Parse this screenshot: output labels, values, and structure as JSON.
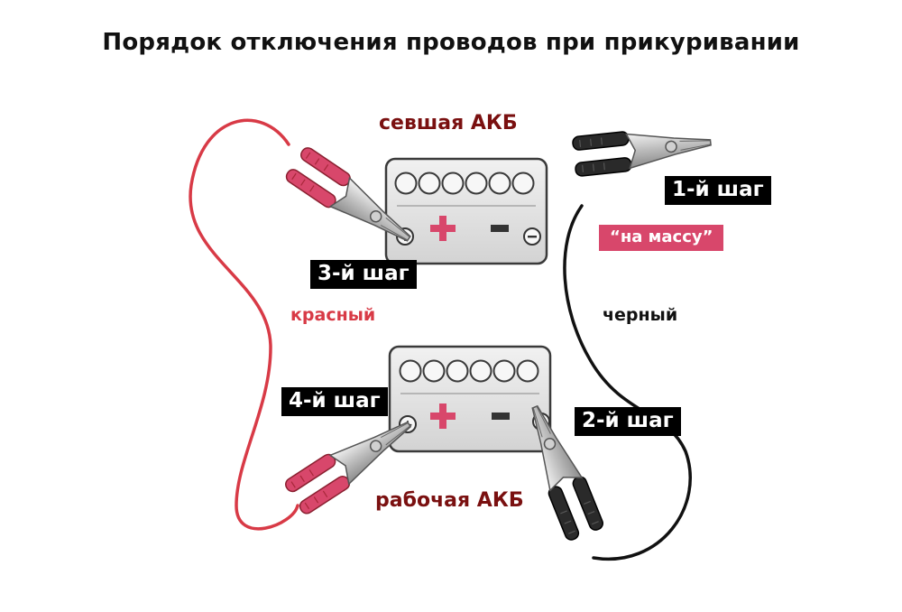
{
  "title": "Порядок отключения проводов при прикуривании",
  "batteries": {
    "dead": {
      "label": "севшая АКБ"
    },
    "working": {
      "label": "рабочая АКБ"
    }
  },
  "wires": {
    "red": {
      "label": "красный",
      "color": "#d83a46"
    },
    "black": {
      "label": "черный",
      "color": "#111111"
    }
  },
  "steps": [
    {
      "label": "1-й шаг"
    },
    {
      "label": "2-й шаг"
    },
    {
      "label": "3-й шаг"
    },
    {
      "label": "4-й шаг"
    }
  ],
  "ground_tag": "“на массу”",
  "colors": {
    "battery_body": "#e3e3e3",
    "battery_outline": "#3a3a3a",
    "plus_sign": "#d8476b",
    "label_dark_red": "#7a1010",
    "red_handle": "#d8476b",
    "black_handle": "#2a2a2a",
    "clamp_metal": "#bdbdbd"
  }
}
